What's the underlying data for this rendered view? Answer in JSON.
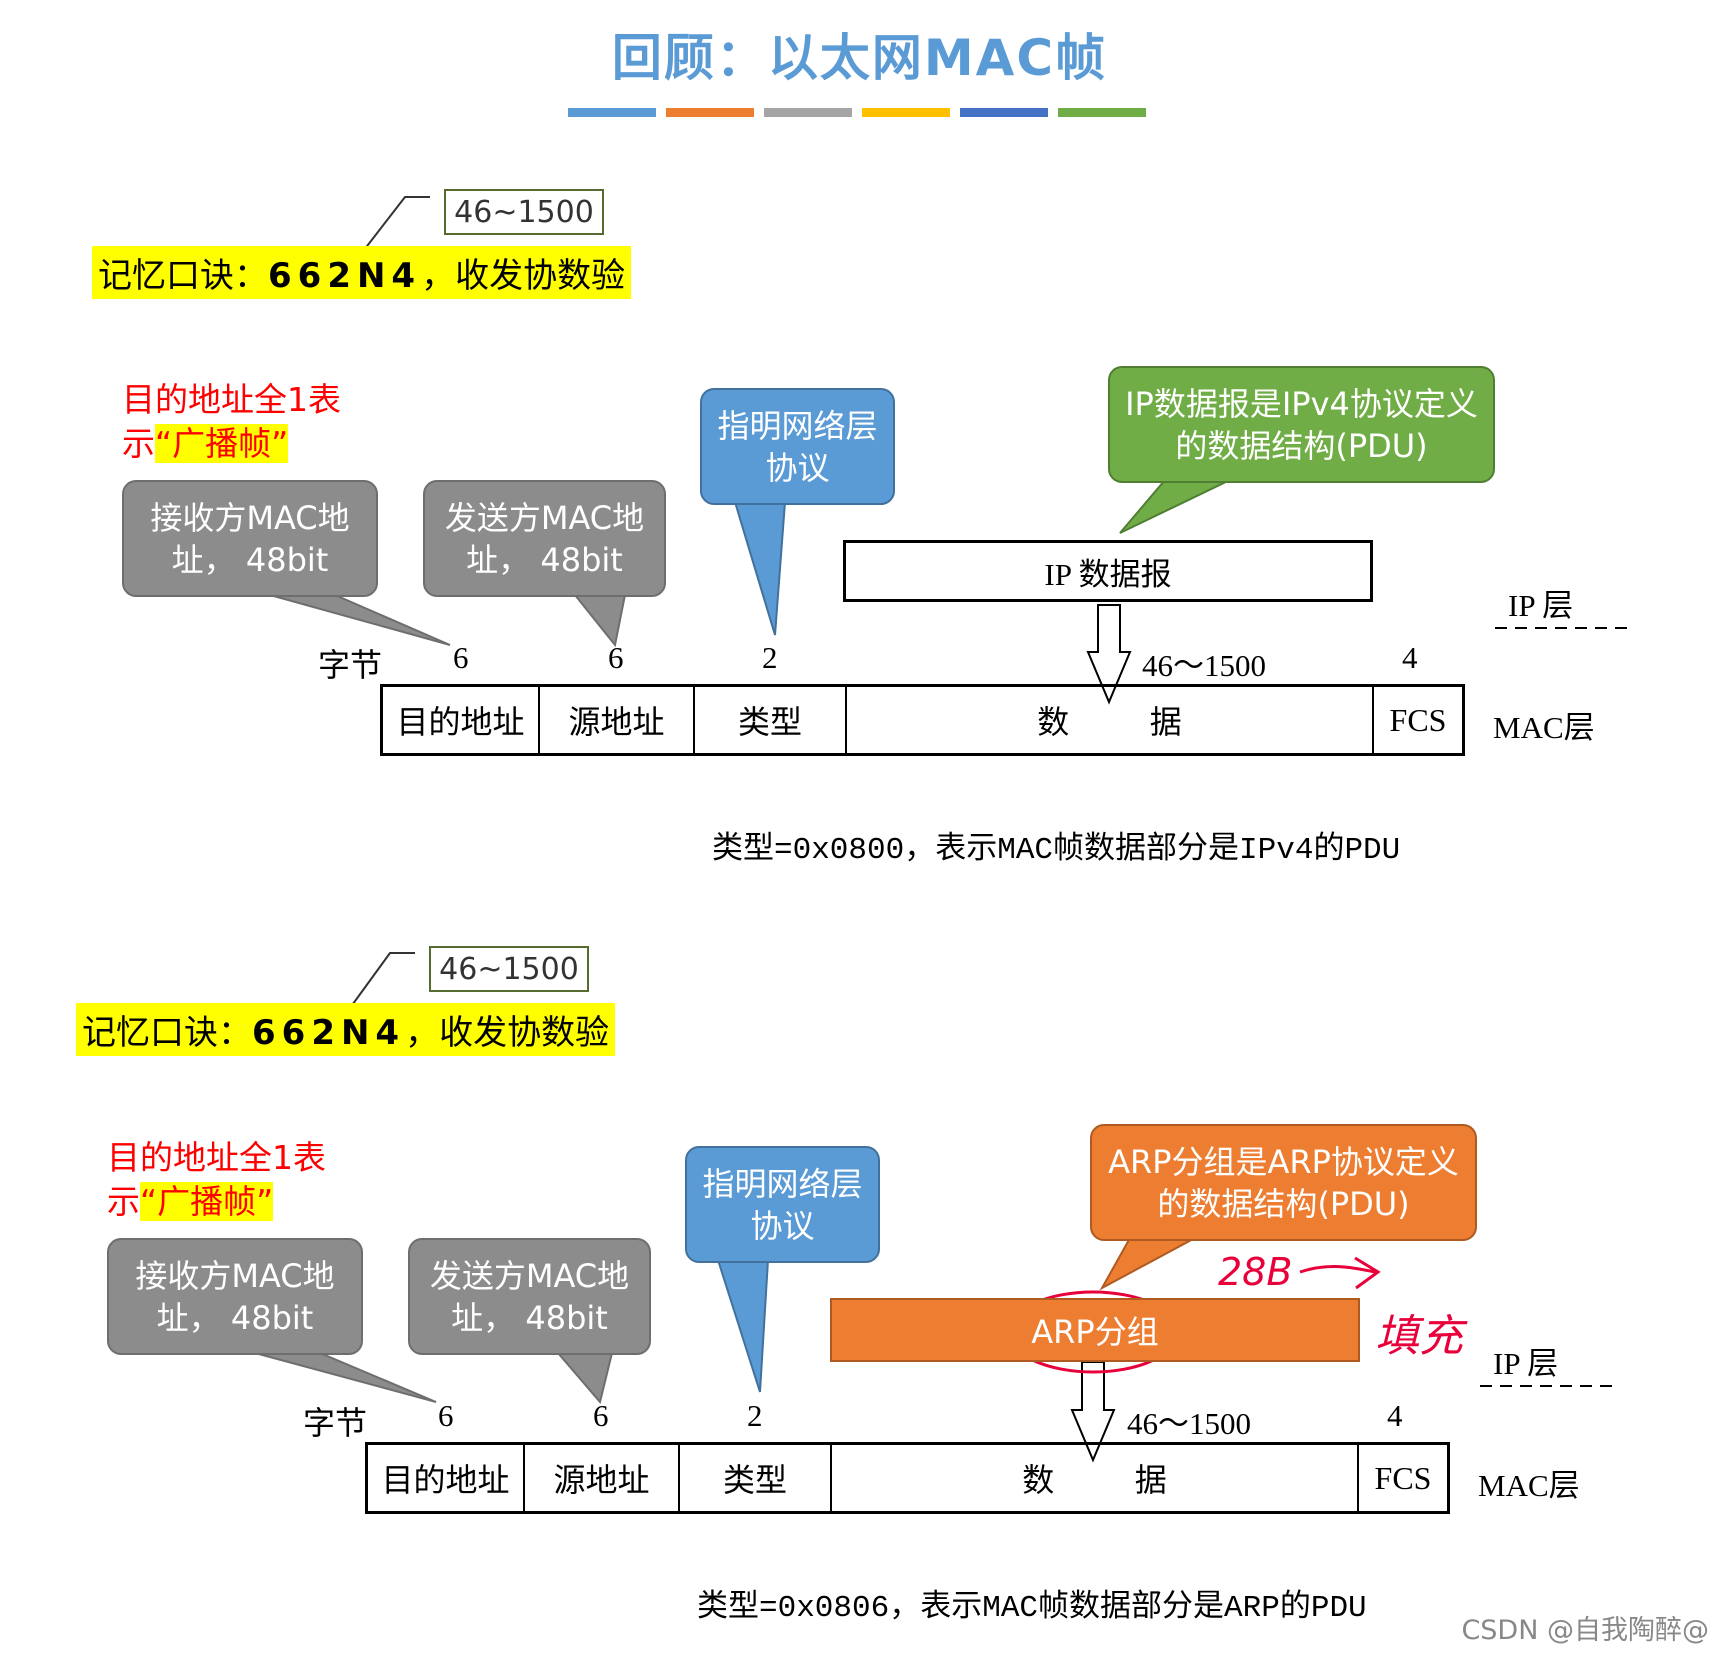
{
  "title": "回顾：以太网MAC帧",
  "title_bar_colors": [
    "#5b9bd5",
    "#ed7d31",
    "#a5a5a5",
    "#ffc000",
    "#4472c4",
    "#70ad47"
  ],
  "sections": [
    {
      "length_note": "46~1500",
      "mnemonic_prefix": "记忆口诀：",
      "mnemonic_code": "662N4",
      "mnemonic_suffix": "，收发协数验",
      "broadcast_line1": "目的地址全1表",
      "broadcast_line2_prefix": "示",
      "broadcast_quote": "“广播帧”",
      "callout_dst": "接收方MAC地址， 48bit",
      "callout_src": "发送方MAC地址， 48bit",
      "callout_type": "指明网络层协议",
      "callout_payload": "IP数据报是IPv4协议定义的数据结构(PDU)",
      "upper_box": "IP 数据报",
      "ip_layer": "IP 层",
      "byte_label": "字节",
      "sizes": [
        "6",
        "6",
        "2",
        "46～1500",
        "4"
      ],
      "fields": [
        "目的地址",
        "源地址",
        "类型",
        "数",
        "据",
        "FCS"
      ],
      "mac_layer": "MAC层",
      "type_note": "类型=0x0800，表示MAC帧数据部分是IPv4的PDU"
    },
    {
      "length_note": "46~1500",
      "mnemonic_prefix": "记忆口诀：",
      "mnemonic_code": "662N4",
      "mnemonic_suffix": "，收发协数验",
      "broadcast_line1": "目的地址全1表",
      "broadcast_line2_prefix": "示",
      "broadcast_quote": "“广播帧”",
      "callout_dst": "接收方MAC地址， 48bit",
      "callout_src": "发送方MAC地址， 48bit",
      "callout_type": "指明网络层协议",
      "callout_payload": "ARP分组是ARP协议定义的数据结构(PDU)",
      "upper_box": "ARP分组",
      "ip_layer": "IP 层",
      "byte_label": "字节",
      "sizes": [
        "6",
        "6",
        "2",
        "46～1500",
        "4"
      ],
      "fields": [
        "目的地址",
        "源地址",
        "类型",
        "数",
        "据",
        "FCS"
      ],
      "mac_layer": "MAC层",
      "type_note": "类型=0x0806，表示MAC帧数据部分是ARP的PDU",
      "handwritten_size": "28B",
      "handwritten_pad": "填充"
    }
  ],
  "credit": "CSDN @自我陶醉@"
}
